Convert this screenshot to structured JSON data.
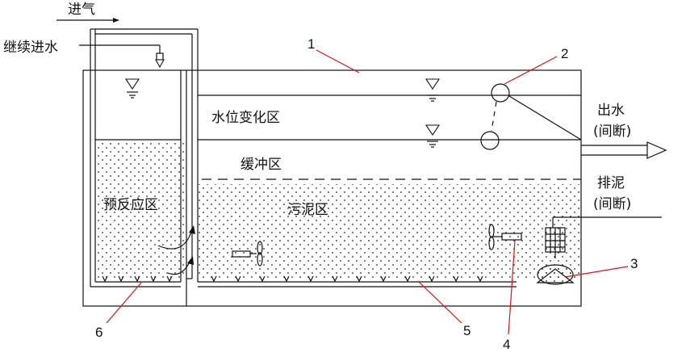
{
  "labels": {
    "air_in": "进气",
    "continuous_inflow": "继续进水",
    "water_level_zone": "水位变化区",
    "buffer_zone": "缓冲区",
    "pre_reaction_zone": "预反应区",
    "sludge_zone": "污泥区",
    "outflow": "出水",
    "outflow_note": "(间断)",
    "sludge_discharge": "排泥",
    "sludge_discharge_note": "(间断)"
  },
  "callouts": [
    "1",
    "2",
    "3",
    "4",
    "5",
    "6"
  ],
  "colors": {
    "line": "#111111",
    "leader": "#e01010"
  }
}
